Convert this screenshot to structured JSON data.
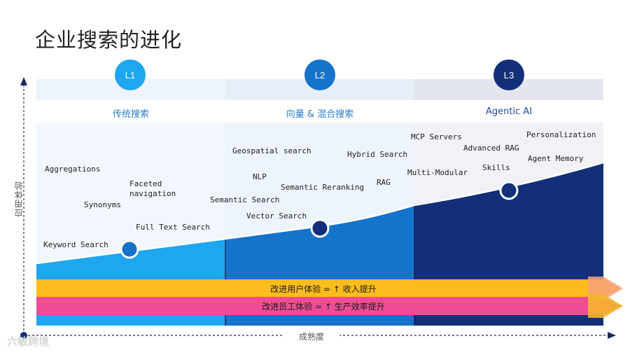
{
  "title": "企业搜索的进化",
  "stages": [
    {
      "badge": "L1",
      "label": "传统搜索",
      "color": "#1ea6f0"
    },
    {
      "badge": "L2",
      "label": "向量 & 混合搜索",
      "color": "#1673cc"
    },
    {
      "badge": "L3",
      "label": "Agentic AI",
      "color": "#142f7a"
    }
  ],
  "features": {
    "l1": [
      "Aggregations",
      "Faceted\nnavigation",
      "Synonyms",
      "Full Text Search",
      "Keyword Search"
    ],
    "l2": [
      "Geospatial search",
      "Hybrid Search",
      "NLP",
      "Semantic Reranking",
      "RAG",
      "Semantic Search",
      "Vector Search"
    ],
    "l3": [
      "MCP Servers",
      "Personalization",
      "Advanced RAG",
      "Agent Memory",
      "Multi-Modular",
      "Skills"
    ]
  },
  "bands": [
    {
      "text": "改进用户体验 = ↑ 收入提升",
      "color": "#fbbd1e"
    },
    {
      "text": "改进员工体验 = ↑ 生产效率提升",
      "color": "#ee4d96"
    }
  ],
  "y_axis_label": "应用体验",
  "x_axis_label": "成熟度",
  "watermark": "六敏跨境"
}
